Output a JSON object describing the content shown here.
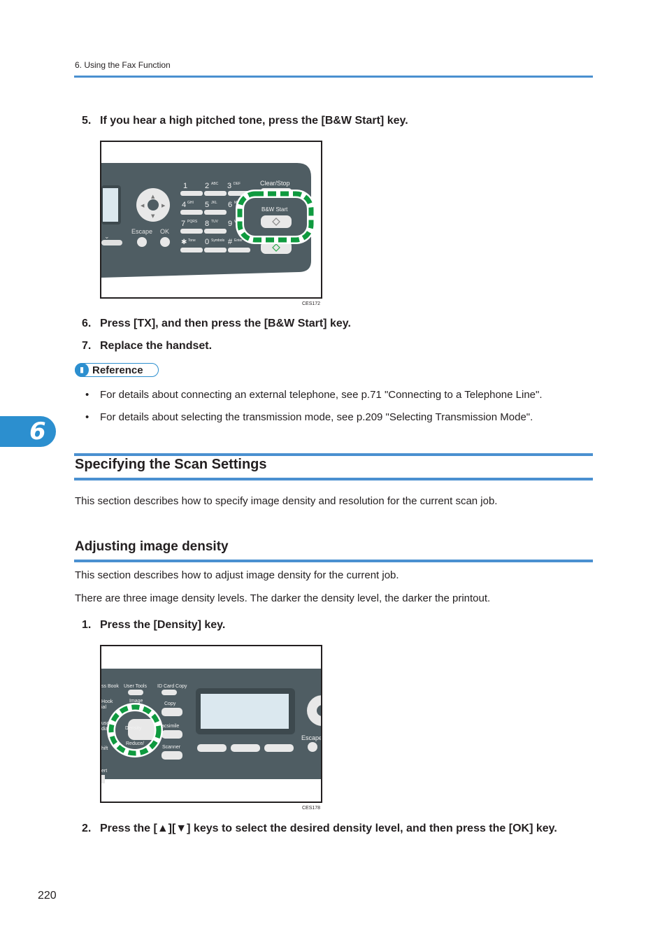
{
  "header": {
    "chapter_title": "6. Using the Fax Function"
  },
  "steps_a": [
    {
      "num": "5.",
      "text": "If you hear a high pitched tone, press the [B&W Start] key."
    },
    {
      "num": "6.",
      "text": "Press [TX], and then press the [B&W Start] key."
    },
    {
      "num": "7.",
      "text": "Replace the handset."
    }
  ],
  "figure1": {
    "caption": "CES172",
    "keys": {
      "k1": "1",
      "k2": "2",
      "k2s": "ABC",
      "k3": "3",
      "k3s": "DEF",
      "k4": "4",
      "k4s": "GHI",
      "k5": "5",
      "k5s": "JKL",
      "k6": "6",
      "k6s": "MN",
      "k7": "7",
      "k7s": "PQRS",
      "k8": "8",
      "k8s": "TUV",
      "k9": "9",
      "k9s": "W",
      "kstar": "✱",
      "kstars": "Tone",
      "k0": "0",
      "k0s": "Symbols",
      "khash": "#",
      "khashs": "Enter",
      "clear_stop": "Clear/Stop",
      "bw_start": "B&W Start",
      "escape": "Escape",
      "ok": "OK"
    }
  },
  "reference": {
    "label": "Reference",
    "items": [
      "For details about connecting an external telephone, see p.71 \"Connecting to a Telephone Line\".",
      "For details about selecting the transmission mode, see p.209 \"Selecting Transmission Mode\"."
    ]
  },
  "chapter_tab": "6",
  "section": {
    "title": "Specifying the Scan Settings",
    "intro": "This section describes how to specify image density and resolution for the current scan job."
  },
  "subsection": {
    "title": "Adjusting image density",
    "para1": "This section describes how to adjust image density for the current job.",
    "para2": "There are three image density levels. The darker the density level, the darker the printout."
  },
  "steps_b": [
    {
      "num": "1.",
      "text": "Press the [Density] key."
    },
    {
      "num": "2.",
      "text": "Press the [▲][▼] keys to select the desired density level, and then press the [OK] key."
    }
  ],
  "figure2": {
    "caption": "CES178",
    "labels": {
      "ss_book": "ss Book",
      "user_tools": "User Tools",
      "id_card_copy": "ID Card Copy",
      "hook": "Hook",
      "ial": "ial",
      "image_quality": "Image",
      "copy": "Copy",
      "density": "Density",
      "reduce": "Reduce/",
      "facsimile": "acsimile",
      "scanner": "Scanner",
      "escape": "Escape",
      "shift": "hift",
      "ert": "ert",
      "usc": "usc",
      "dia": "dia"
    }
  },
  "page_number": "220"
}
